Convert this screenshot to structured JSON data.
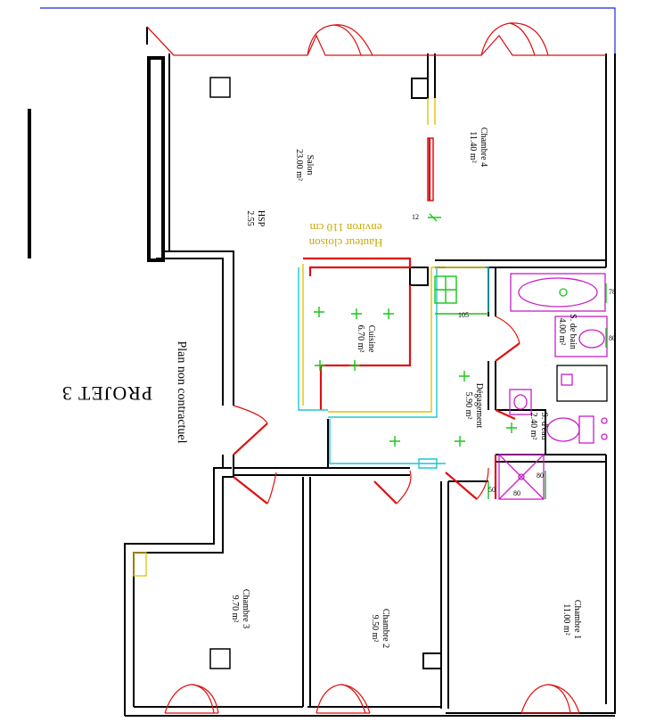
{
  "title": "PROJET 3",
  "subtitle": "Plan non contractuel",
  "rooms": {
    "salon": {
      "name": "Salon",
      "area": "23.00 m²"
    },
    "hsp": {
      "label": "HSP",
      "value": "2.55"
    },
    "chambre4": {
      "name": "Chambre 4",
      "area": "11.40 m²"
    },
    "cuisine": {
      "name": "Cuisine",
      "area": "6.70 m²"
    },
    "degagement": {
      "name": "Dégagement",
      "area": "5.90 m²"
    },
    "sdb": {
      "name": "S. de bain",
      "area": "4.00 m²"
    },
    "seau": {
      "name": "S. d'eau",
      "area": "2.40 m²"
    },
    "chambre3": {
      "name": "Chambre 3",
      "area": "9.70 m²"
    },
    "chambre2": {
      "name": "Chambre 2",
      "area": "9.50 m²"
    },
    "chambre1": {
      "name": "Chambre 1",
      "area": "11.00 m²"
    }
  },
  "cloison_note": {
    "line1": "Hauteur cloison",
    "line2": "environ 110 cm"
  },
  "dimensions": {
    "d12": "12",
    "d105": "105",
    "d78": "78",
    "d80a": "80",
    "d80b": "80",
    "d80c": "80",
    "d50": "50"
  },
  "colors": {
    "wall": "#000000",
    "partition": "#d11111",
    "kitchen": "#1cc6d6",
    "counter": "#e6c100",
    "spot": "#19c419",
    "sanitary": "#c81ec8"
  }
}
